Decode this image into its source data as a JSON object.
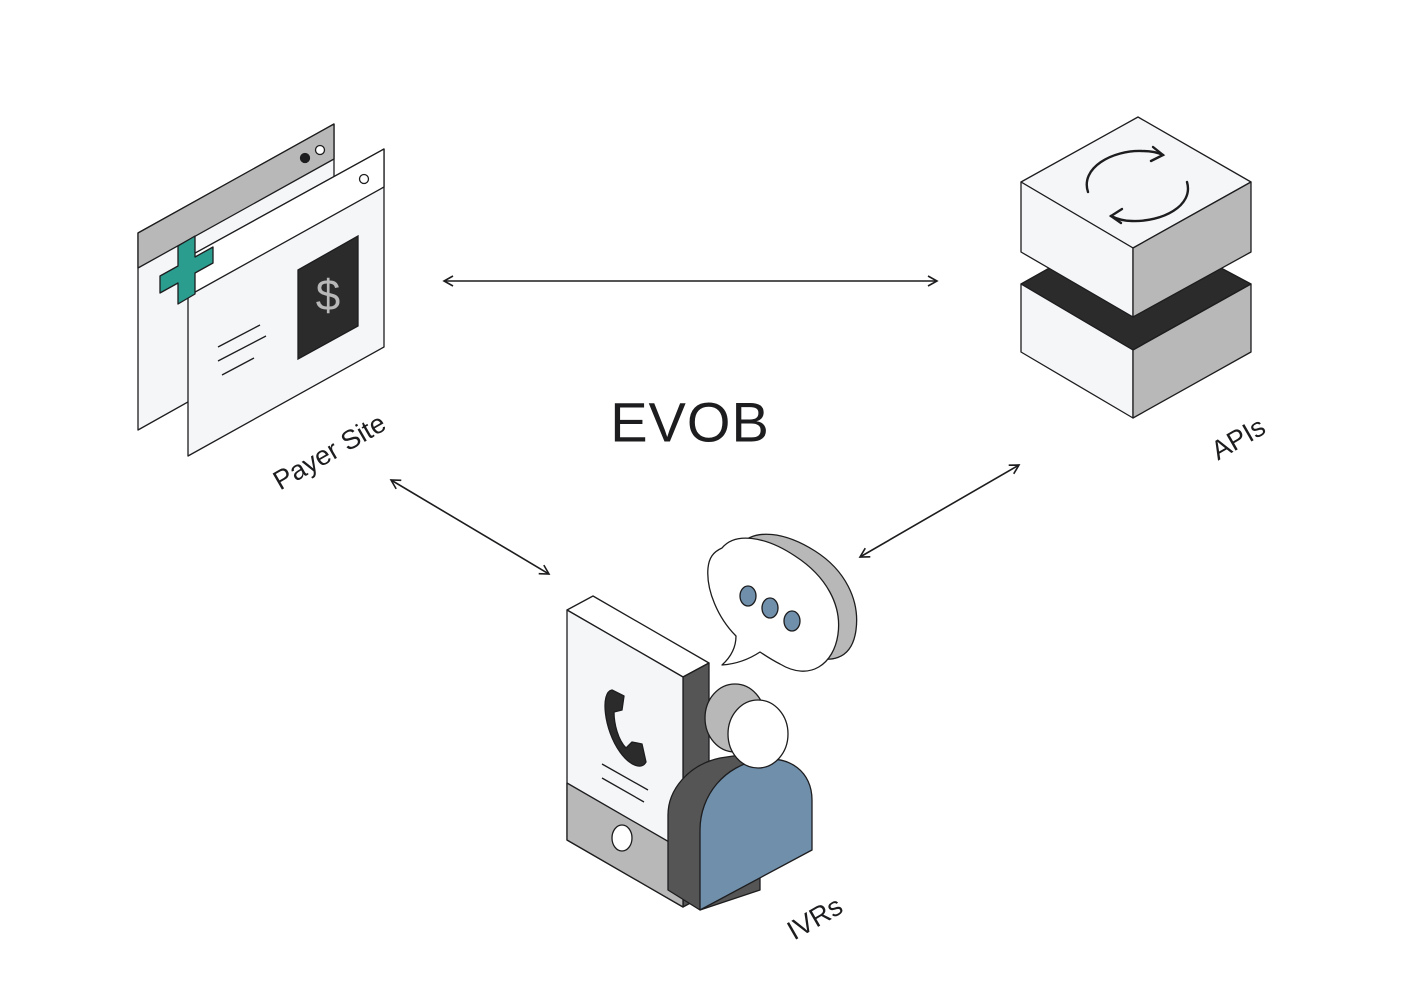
{
  "diagram": {
    "title": "EVOB",
    "nodes": {
      "payer_site": {
        "label": "Payer Site"
      },
      "apis": {
        "label": "APIs"
      },
      "ivrs": {
        "label": "IVRs"
      }
    },
    "payer_icon_symbol": "$",
    "edges": [
      {
        "from": "Payer Site",
        "to": "APIs",
        "direction": "both"
      },
      {
        "from": "Payer Site",
        "to": "IVRs",
        "direction": "both"
      },
      {
        "from": "APIs",
        "to": "IVRs",
        "direction": "both"
      }
    ],
    "colors": {
      "stroke": "#1d1d1f",
      "light_face": "#f5f6f8",
      "mid_gray": "#b8b8b8",
      "dark_gray": "#555555",
      "near_black": "#2b2b2b",
      "teal_accent": "#2a9d8f",
      "person_blue": "#6f8fab"
    },
    "icons": [
      "browser-window-icon",
      "medical-cross-icon",
      "dollar-card-icon",
      "stacked-blocks-icon",
      "sync-arrows-icon",
      "phone-device-icon",
      "phone-handset-icon",
      "speech-bubble-icon",
      "person-icon"
    ]
  }
}
